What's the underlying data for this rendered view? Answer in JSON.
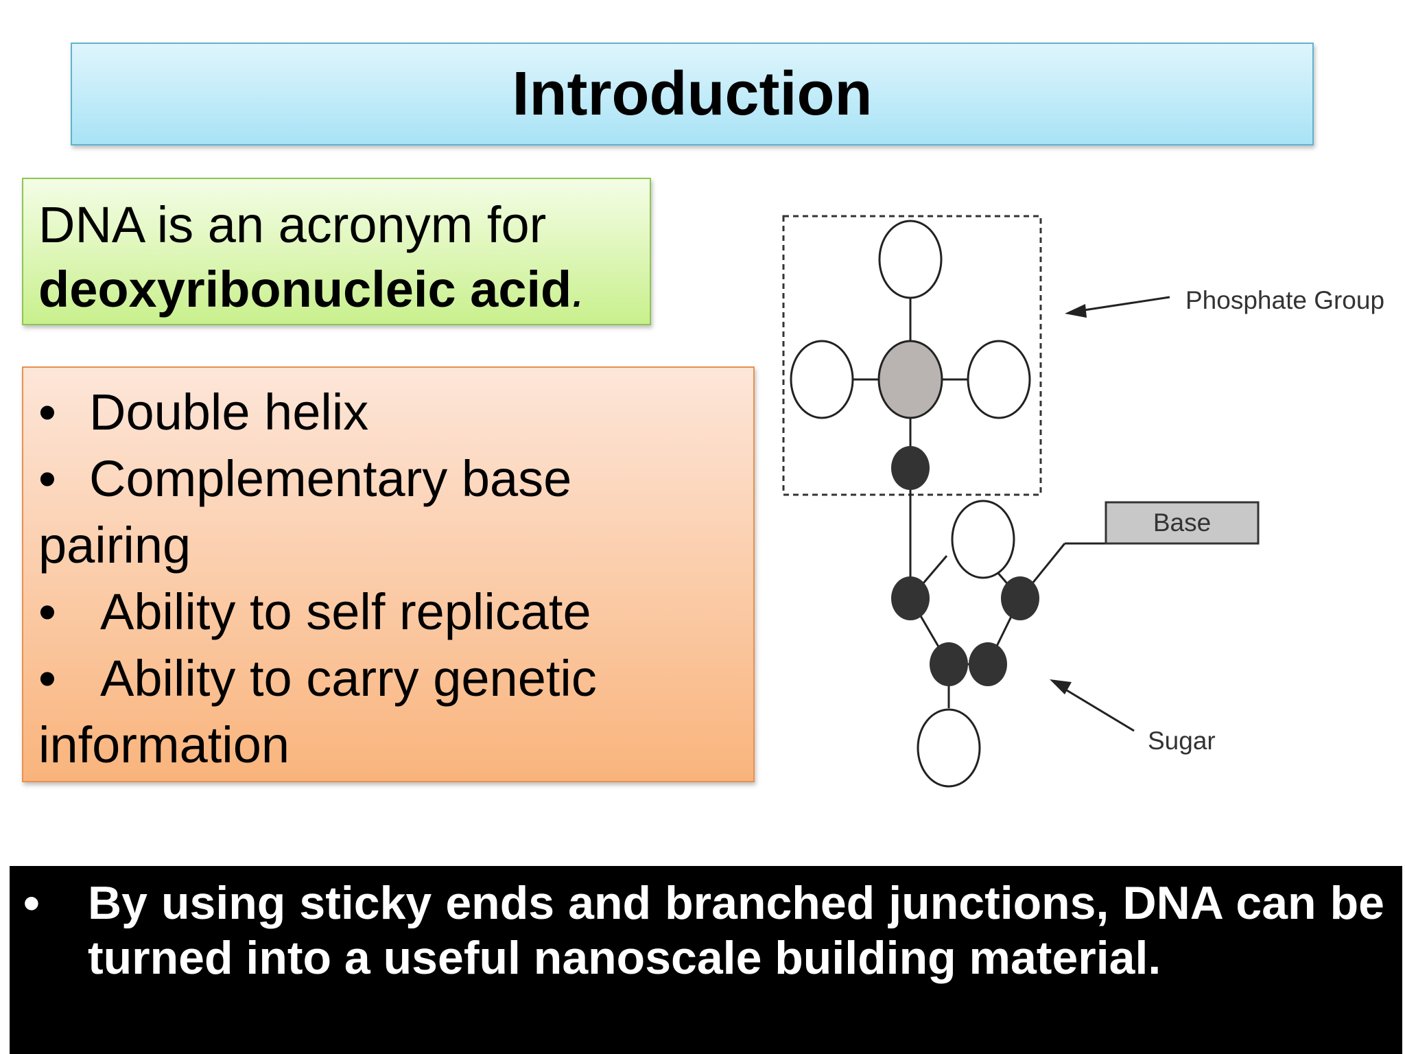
{
  "title": "Introduction",
  "definition": {
    "line1": "DNA is an acronym for",
    "term": "deoxyribonucleic acid",
    "term_suffix": "."
  },
  "features": {
    "bullet": "•",
    "item1": "Double helix",
    "item2_line1": "Complementary base",
    "item2_line2": "pairing",
    "item3": "Ability to self replicate",
    "item4_line1": "Ability to carry genetic",
    "item4_line2": "information"
  },
  "diagram": {
    "phosphate_label": "Phosphate Group",
    "base_label": "Base",
    "sugar_label": "Sugar"
  },
  "bottom": {
    "bullet": "•",
    "text": "By using sticky ends and branched junctions, DNA can be turned into a useful nanoscale building material."
  }
}
